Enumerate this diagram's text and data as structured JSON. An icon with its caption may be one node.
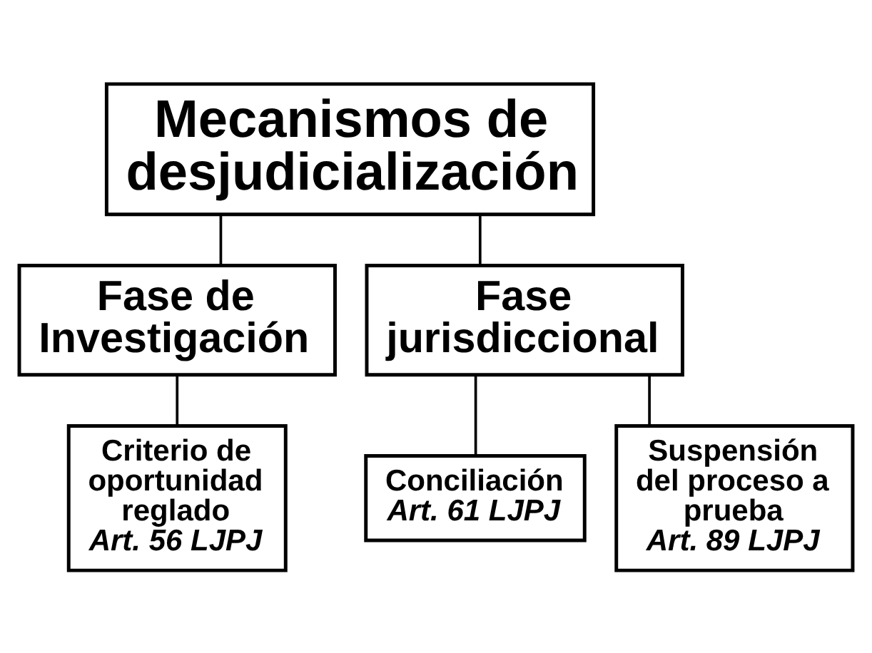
{
  "diagram": {
    "nodes": [
      {
        "text": [
          "Mecanismos de desjudicialización"
        ]
      },
      {
        "text": [
          "Fase de Investigación"
        ]
      },
      {
        "text": [
          "Fase jurisdiccional"
        ]
      },
      {
        "text": [
          "Criterio de oportunidad reglado",
          "Art. 56 LJPJ"
        ]
      },
      {
        "text": [
          "Conciliación",
          "Art. 61 LJPJ"
        ]
      },
      {
        "text": [
          "Suspensión del proceso a prueba",
          "Art. 89 LJPJ"
        ]
      }
    ],
    "edges": [
      {
        "from": 0,
        "to": 1,
        "arrow": "none"
      },
      {
        "from": 0,
        "to": 2,
        "arrow": "none"
      },
      {
        "from": 1,
        "to": 3,
        "arrow": "none"
      },
      {
        "from": 2,
        "to": 4,
        "arrow": "none"
      },
      {
        "from": 2,
        "to": 5,
        "arrow": "none"
      }
    ]
  }
}
